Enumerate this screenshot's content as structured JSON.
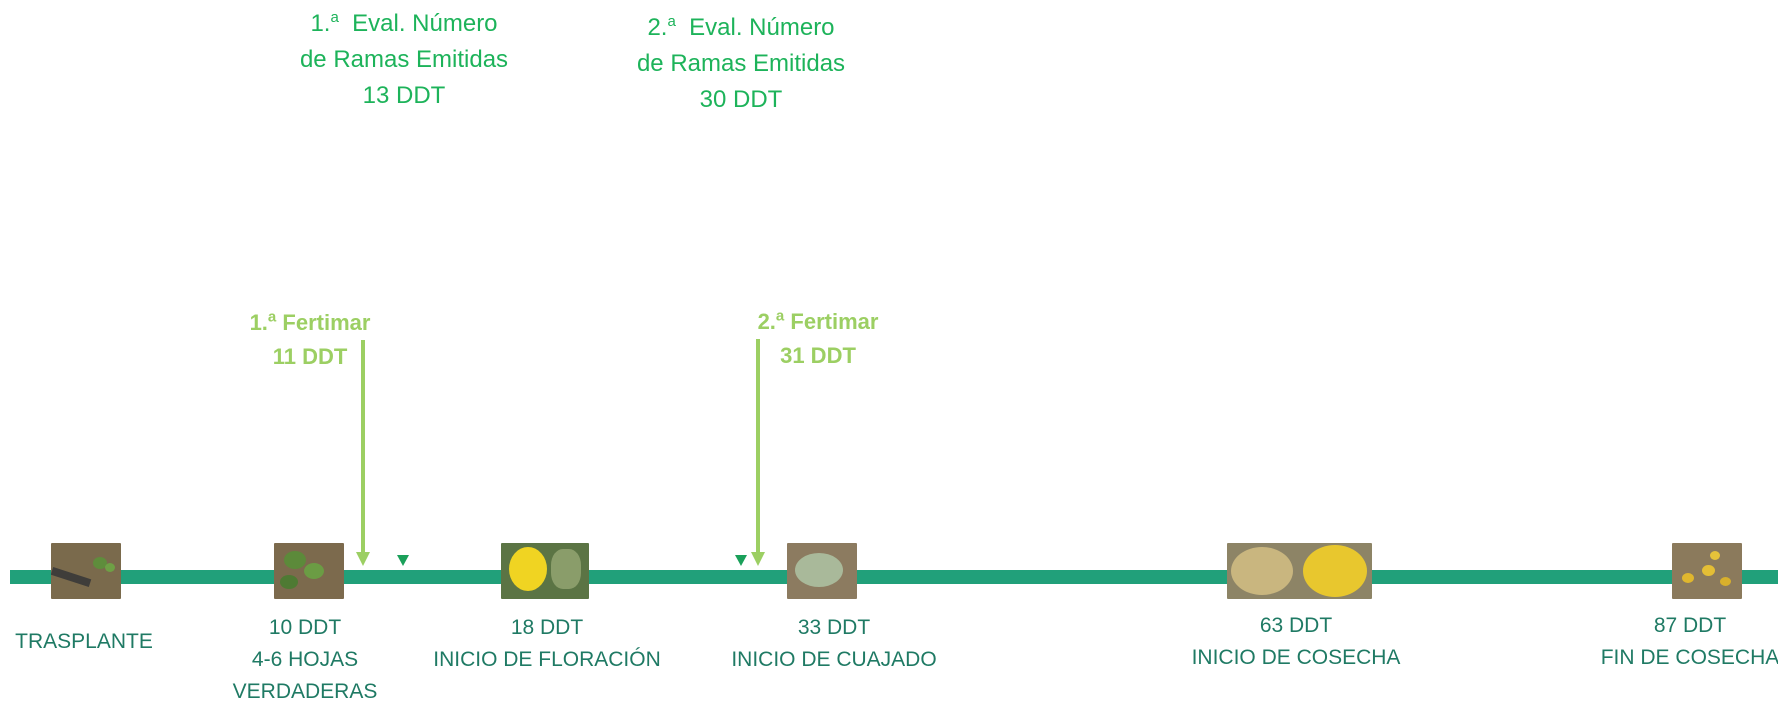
{
  "evaluations": [
    {
      "ordinal": "1.",
      "sup": "a",
      "line1": "Eval. Número",
      "line2": "de Ramas Emitidas",
      "ddt": "13 DDT"
    },
    {
      "ordinal": "2.",
      "sup": "a",
      "line1": "Eval. Número",
      "line2": "de Ramas Emitidas",
      "ddt": "30 DDT"
    }
  ],
  "fertimar": [
    {
      "ordinal": "1.",
      "sup": "a",
      "label": "Fertimar",
      "ddt": "11 DDT"
    },
    {
      "ordinal": "2.",
      "sup": "a",
      "label": "Fertimar",
      "ddt": "31 DDT"
    }
  ],
  "stages": [
    {
      "line1": "TRASPLANTE",
      "line2": "",
      "line3": ""
    },
    {
      "line1": "10 DDT",
      "line2": "4-6 HOJAS",
      "line3": "VERDADERAS"
    },
    {
      "line1": "18 DDT",
      "line2": "INICIO DE FLORACIÓN",
      "line3": ""
    },
    {
      "line1": "33 DDT",
      "line2": "INICIO DE CUAJADO",
      "line3": ""
    },
    {
      "line1": "63 DDT",
      "line2": "INICIO DE COSECHA",
      "line3": ""
    },
    {
      "line1": "87 DDT",
      "line2": "FIN DE COSECHA",
      "line3": ""
    }
  ],
  "colors": {
    "timeline": "#21a07a",
    "stage_text": "#1f7a64",
    "evaluation": "#1db35a",
    "fertimar": "#9ccf63"
  },
  "photos": [
    "seedling-photo",
    "young-plant-photo",
    "flower-photo",
    "fruit-set-photo",
    "melon-harvest-photo",
    "end-harvest-photo"
  ]
}
